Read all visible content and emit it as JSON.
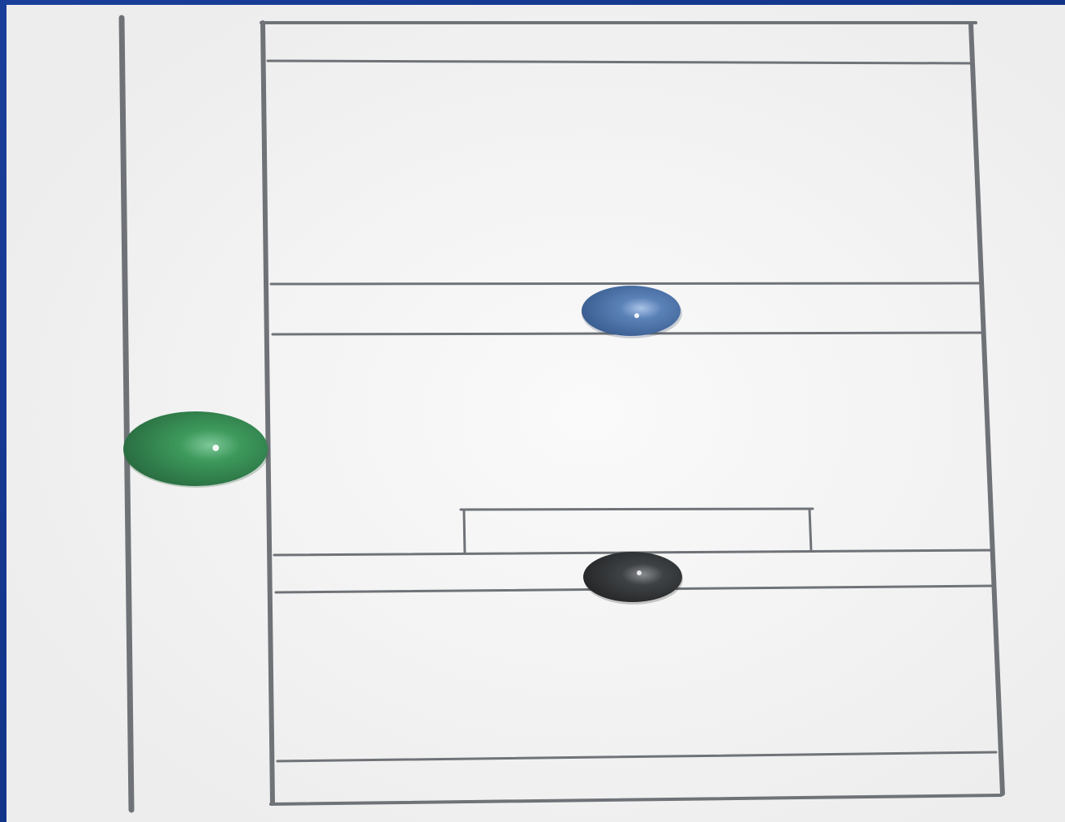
{
  "scene": {
    "description_free": true,
    "colors": {
      "background_blue": "#1a3f9a",
      "background_blue_dark": "#0b2a78",
      "board": "#ededed",
      "board_highlight": "#fafafa",
      "line": "#6f7378",
      "magnet_green": "#3d9a5c",
      "magnet_blue": "#5b82b8",
      "magnet_dark": "#3f4244"
    },
    "magnets": [
      {
        "name": "green-magnet",
        "color": "#3d9a5c"
      },
      {
        "name": "blue-magnet",
        "color": "#5b82b8"
      },
      {
        "name": "dark-magnet",
        "color": "#3f4244"
      }
    ]
  }
}
